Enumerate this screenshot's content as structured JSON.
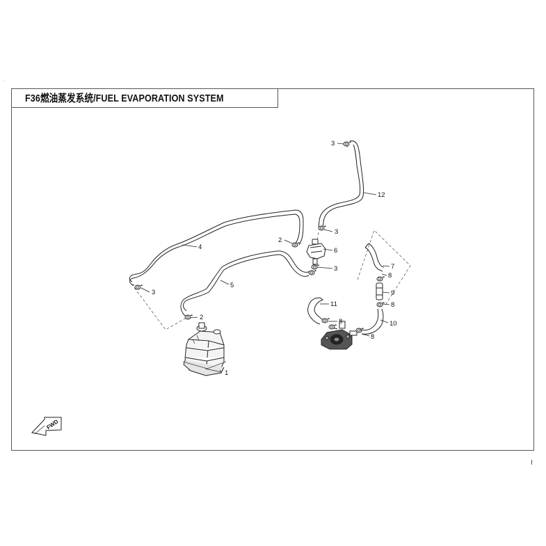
{
  "title": "F36燃油蒸发系统/FUEL EVAPORATION SYSTEM",
  "page_mark": "I",
  "corner_mark": ".",
  "fwd_label": "FWD",
  "callouts": {
    "c1": "1",
    "c2a": "2",
    "c2b": "2",
    "c3a": "3",
    "c3b": "3",
    "c3c": "3",
    "c3d": "3",
    "c4": "4",
    "c5": "5",
    "c6": "6",
    "c7": "7",
    "c8a": "8",
    "c8b": "8",
    "c8c": "8",
    "c8d": "8",
    "c9": "9",
    "c10": "10",
    "c11": "11",
    "c12": "12"
  }
}
